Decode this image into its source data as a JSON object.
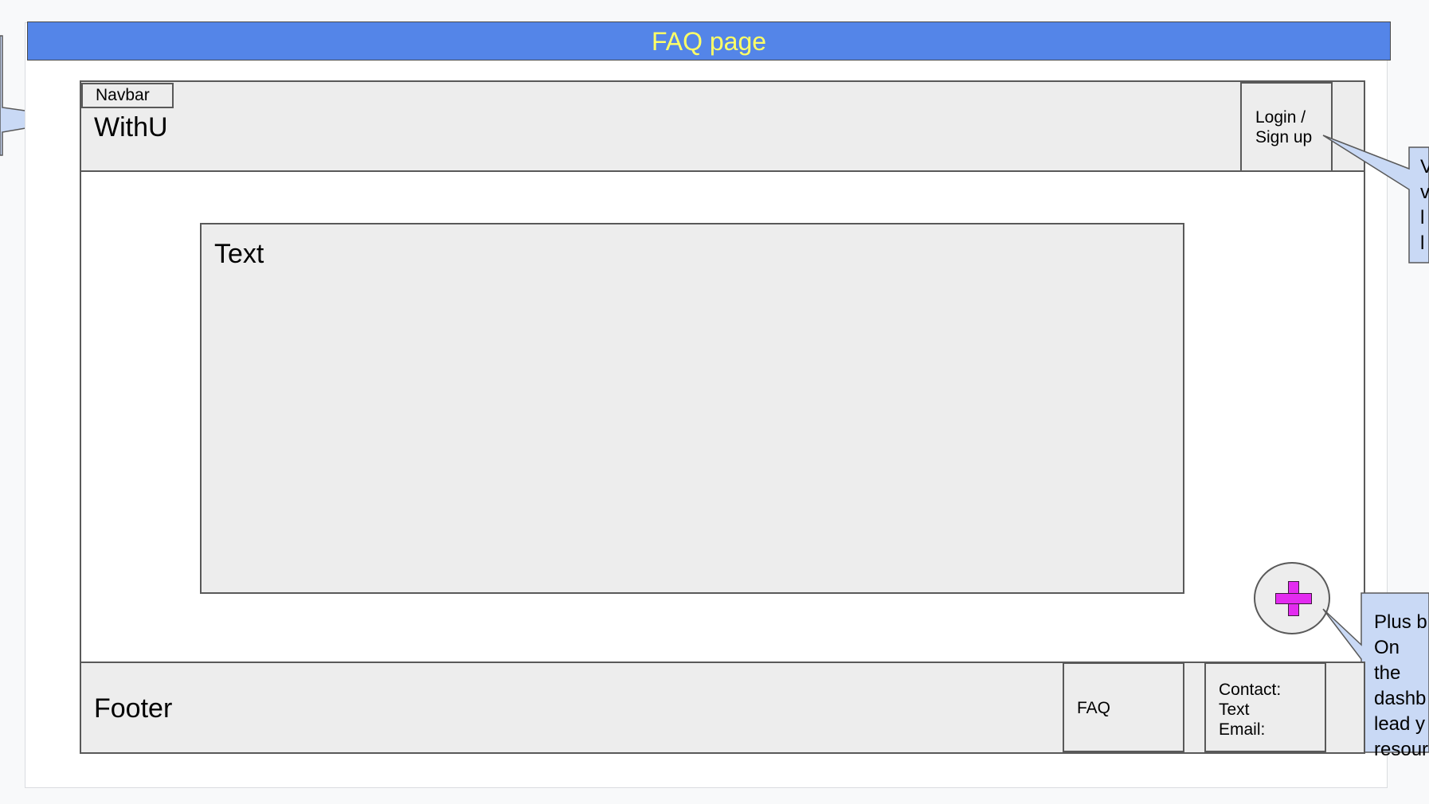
{
  "title": "FAQ page",
  "navbar": {
    "tag": "Navbar",
    "brand": "WithU",
    "login_label": "Login / Sign up"
  },
  "main": {
    "text_label": "Text"
  },
  "footer": {
    "label": "Footer",
    "faq_label": "FAQ",
    "contact_lines": [
      "Contact:",
      "Text",
      "Email:"
    ]
  },
  "callouts": {
    "right_top_lines": [
      "V",
      "v",
      "l",
      "l"
    ],
    "plus_note_lines": [
      "Plus b",
      "On the",
      "dashb",
      "lead y",
      "resour"
    ]
  },
  "colors": {
    "title_bar": "#5485e8",
    "title_text": "#ffff66",
    "callout": "#c9d9f5",
    "plus": "#e32bf0",
    "box": "#ededed"
  }
}
